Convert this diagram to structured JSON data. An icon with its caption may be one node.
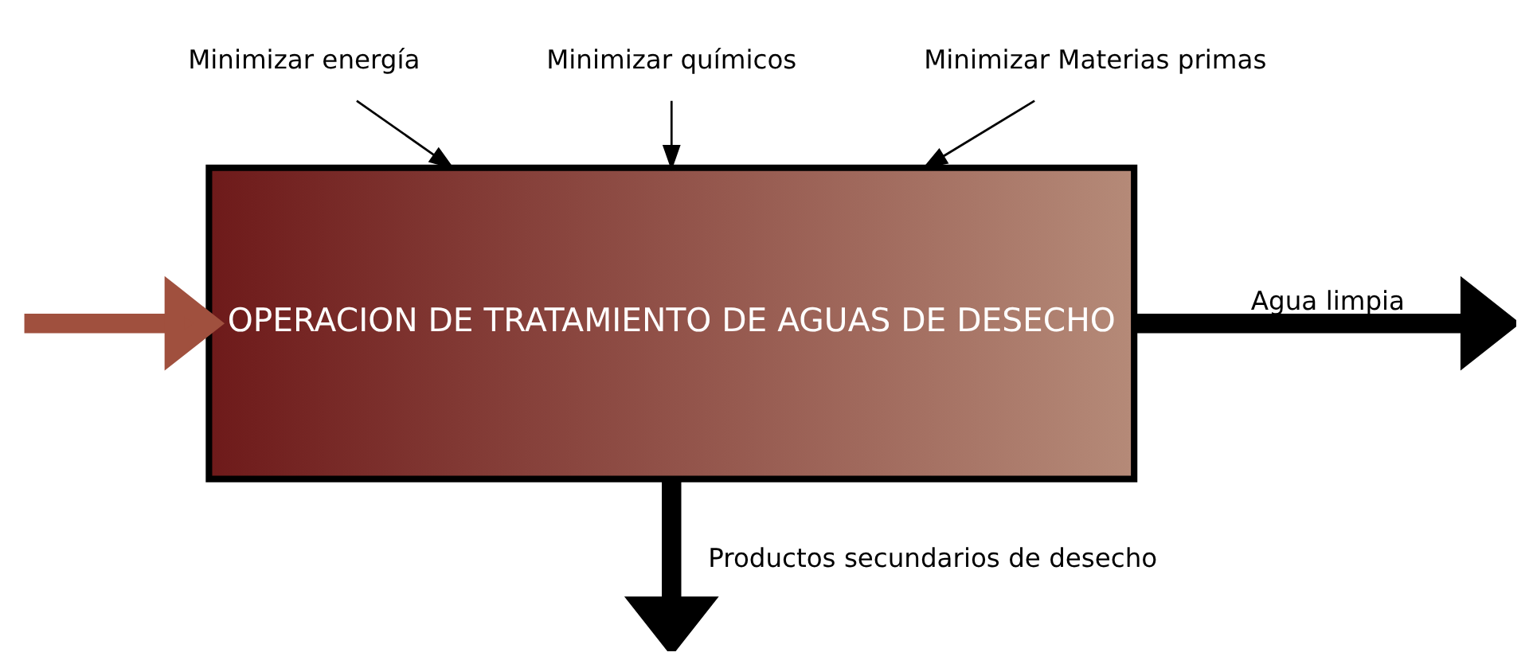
{
  "diagram": {
    "nodes": [
      {
        "text": [
          "OPERACION DE TRATAMIENTO DE AGUAS DE DESECHO"
        ]
      },
      {
        "text": [
          "Minimizar energía"
        ]
      },
      {
        "text": [
          "Minimizar químicos"
        ]
      },
      {
        "text": [
          "Minimizar Materias primas"
        ]
      }
    ],
    "edges": [
      {
        "from": 1,
        "to": 0,
        "arrow": "to"
      },
      {
        "from": 2,
        "to": 0,
        "arrow": "to"
      },
      {
        "from": 3,
        "to": 0,
        "arrow": "to"
      },
      {
        "from": 0,
        "to": null,
        "arrow": "to",
        "label": "Agua limpia",
        "style": "thick"
      },
      {
        "from": null,
        "to": 0,
        "arrow": "to",
        "style": "thick",
        "color": "#a0503e"
      },
      {
        "from": 0,
        "to": null,
        "arrow": "to",
        "label": "Productos secundarios de desecho",
        "style": "thick"
      }
    ]
  }
}
